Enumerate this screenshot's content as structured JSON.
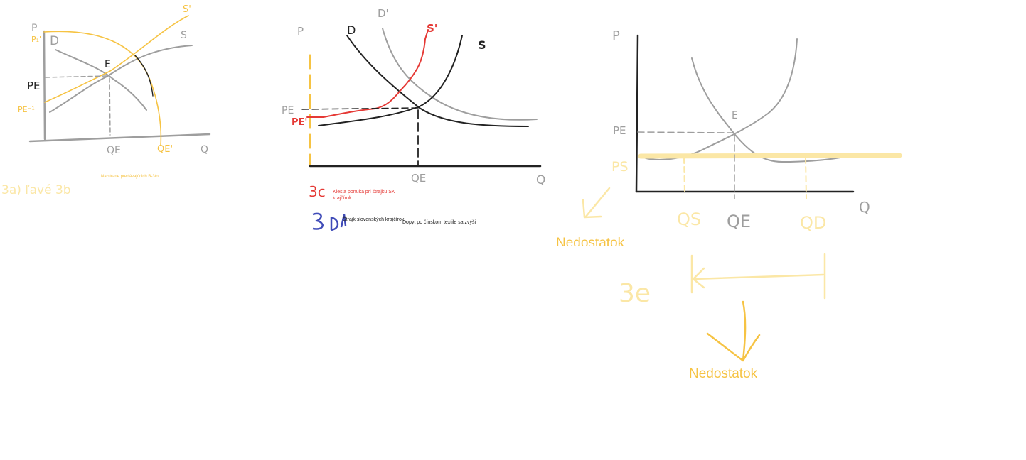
{
  "colors": {
    "yellow": "#f6c343",
    "light_yellow": "#fbe7a6",
    "red": "#e53935",
    "gray": "#9e9e9e",
    "black": "#222222",
    "blue": "#3f4bb8"
  },
  "sketch1": {
    "axis_p": "P",
    "axis_q": "Q",
    "p_prime": "P₁'",
    "demand": "D",
    "supply": "S",
    "supply_shifted": "S'",
    "equilibrium": "E",
    "pe": "PE",
    "pe_shifted": "PE⁻¹",
    "qe": "QE",
    "qe_shifted": "QE'",
    "note": "Na strane predávajúcich B-3to",
    "tag": "3a) ľavé   3b"
  },
  "sketch2": {
    "axis_p": "P",
    "axis_q": "Q",
    "demand": "D",
    "demand_shifted": "D'",
    "supply": "S",
    "supply_shifted": "S'",
    "pe": "PE",
    "pe_shifted": "PE'",
    "qe": "QE",
    "tag_c": "3c",
    "note_c": "Klesla ponuka pri štrajku SK krajčírok",
    "tag_d": "3d",
    "note_d1": "Štrajk slovenských krajčírok",
    "note_d2": "Dopyt po čínskom textile sa zvýši"
  },
  "sketch3": {
    "axis_p": "P",
    "axis_q": "Q",
    "equilibrium": "E",
    "pe": "PE",
    "ps": "PS",
    "qs": "QS",
    "qe": "QE",
    "qd": "QD",
    "tag": "3e",
    "label_top": "Nedostatok",
    "label_bottom": "Nedostatok"
  }
}
